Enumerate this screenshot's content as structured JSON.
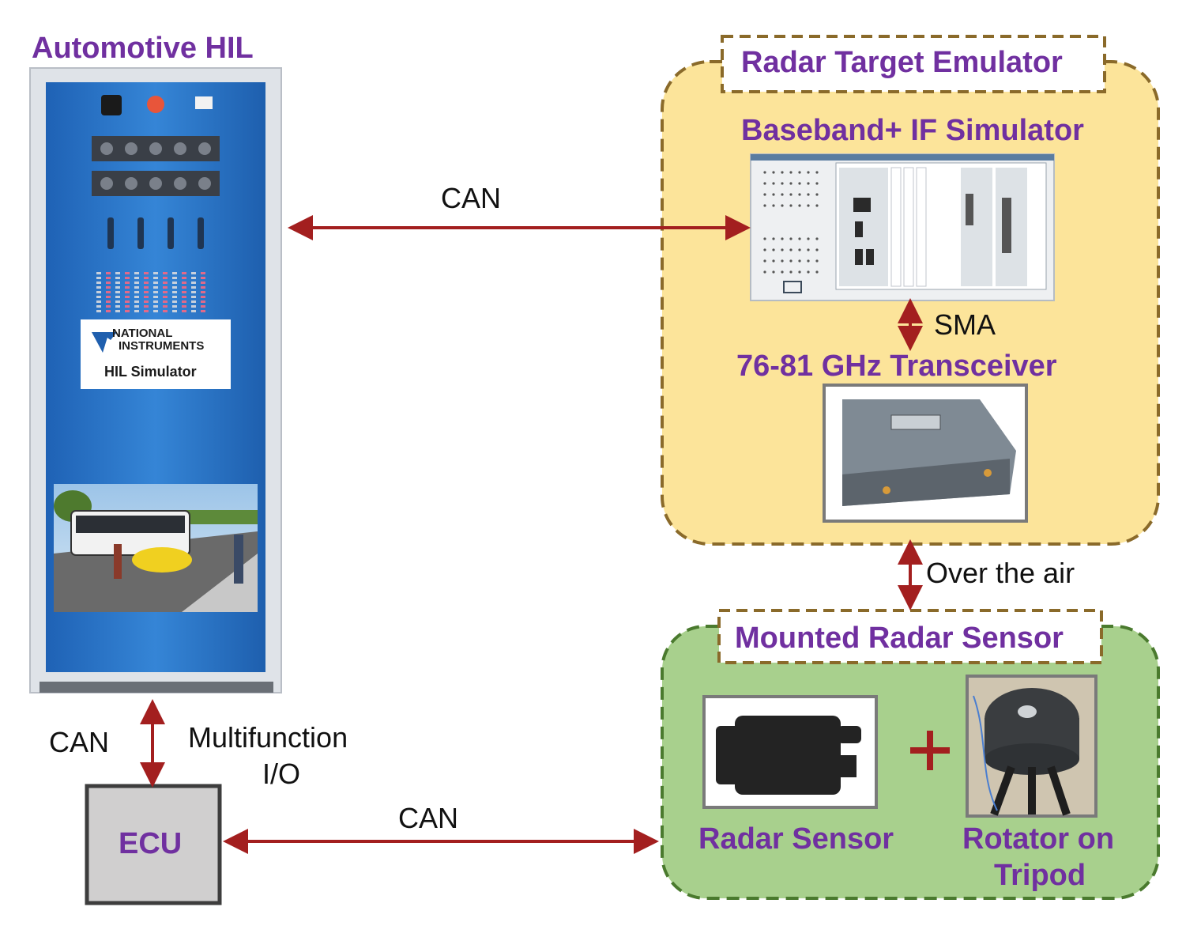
{
  "colors": {
    "purple": "#7030a0",
    "arrow": "#a31f1f",
    "rack_blue": "#2e78c8",
    "emulator_fill": "#fce49a",
    "emulator_border": "#8a6a2a",
    "sensor_fill": "#a8d08d",
    "sensor_border": "#4a7a2e",
    "ecu_fill": "#d0cfcf"
  },
  "hil": {
    "title": "Automotive HIL",
    "nameplate_brand_line1": "NATIONAL",
    "nameplate_brand_line2": "INSTRUMENTS",
    "nameplate_product": "HIL Simulator"
  },
  "links": {
    "hil_to_emulator": "CAN",
    "sma": "SMA",
    "over_air": "Over the air",
    "hil_to_ecu_can": "CAN",
    "hil_to_ecu_io_line1": "Multifunction",
    "hil_to_ecu_io_line2": "I/O",
    "ecu_to_sensor": "CAN"
  },
  "emulator": {
    "title": "Radar Target Emulator",
    "baseband_label": "Baseband+ IF Simulator",
    "transceiver_label": "76-81 GHz Transceiver"
  },
  "sensor_group": {
    "title": "Mounted Radar Sensor",
    "plus": "+",
    "radar_label": "Radar Sensor",
    "rotator_label_line1": "Rotator on",
    "rotator_label_line2": "Tripod"
  },
  "ecu": {
    "label": "ECU"
  }
}
